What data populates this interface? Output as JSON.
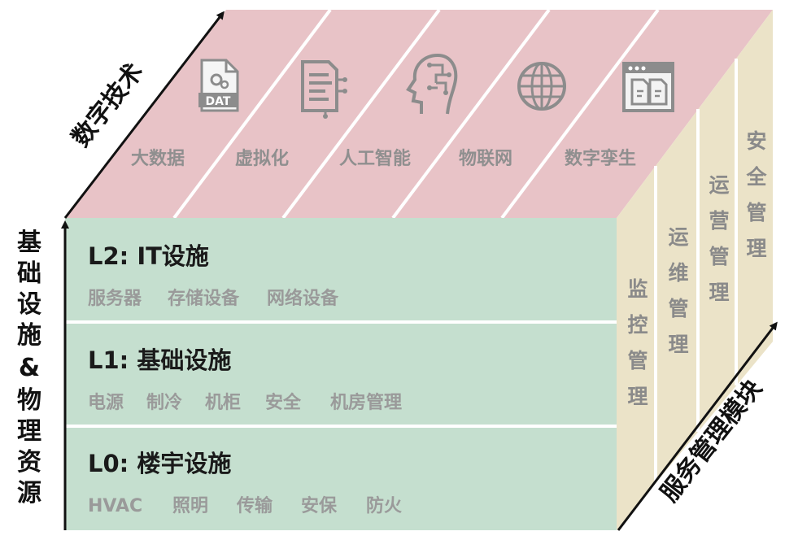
{
  "axes": {
    "top": "数字技术",
    "left_lines": [
      "基",
      "础",
      "设",
      "施",
      "&",
      "物",
      "理",
      "资",
      "源"
    ],
    "right": "服务管理模块"
  },
  "layers": [
    {
      "title": "L2: IT设施",
      "items": [
        "服务器",
        "存储设备",
        "网络设备"
      ]
    },
    {
      "title": "L1: 基础设施",
      "items": [
        "电源",
        "制冷",
        "机柜",
        "安全",
        "机房管理"
      ]
    },
    {
      "title": "L0: 楼宇设施",
      "items": [
        "HVAC",
        "照明",
        "传输",
        "安保",
        "防火"
      ]
    }
  ],
  "technologies": [
    {
      "label": "大数据",
      "icon": "dat-file-icon",
      "icon_text": "DAT"
    },
    {
      "label": "虚拟化",
      "icon": "document-circuit-icon"
    },
    {
      "label": "人工智能",
      "icon": "ai-head-icon"
    },
    {
      "label": "物联网",
      "icon": "globe-icon"
    },
    {
      "label": "数字孪生",
      "icon": "digital-twin-window-icon"
    }
  ],
  "services": [
    {
      "chars": [
        "监",
        "控",
        "管",
        "理"
      ]
    },
    {
      "chars": [
        "运",
        "维",
        "管",
        "理"
      ]
    },
    {
      "chars": [
        "运",
        "营",
        "管",
        "理"
      ]
    },
    {
      "chars": [
        "安",
        "全",
        "管",
        "理"
      ]
    }
  ],
  "colors": {
    "front": "#c5dfcf",
    "top": "#e8c3c7",
    "side": "#ebe3c8",
    "divider": "#ffffff",
    "icon": "#8c8c8c",
    "axis": "#111111"
  }
}
